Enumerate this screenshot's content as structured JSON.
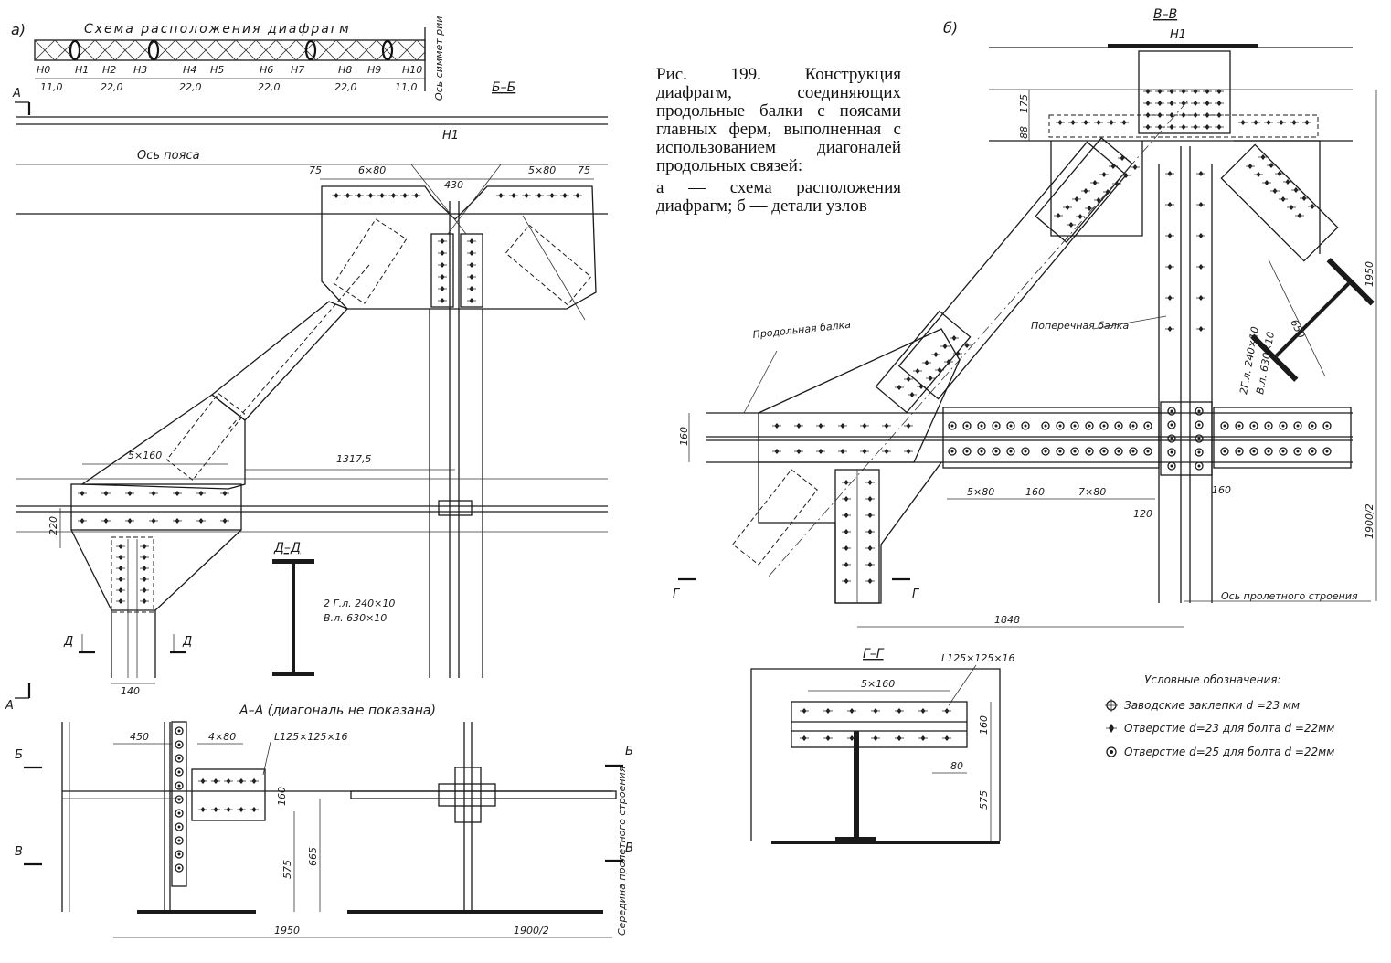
{
  "panel_a": {
    "label": "а)",
    "scheme_title": "Схема расположения диафрагм",
    "nodes": [
      "Н0",
      "Н1",
      "Н2",
      "Н3",
      "Н4",
      "Н5",
      "Н6",
      "Н7",
      "Н8",
      "Н9",
      "Н10"
    ],
    "spans": [
      "11,0",
      "22,0",
      "22,0",
      "22,0",
      "22,0",
      "11,0"
    ],
    "sym_axis": "Ось симмет рии",
    "section_bb": "Б–Б",
    "chord_axis": "Ось пояса",
    "node_h1": "Н1",
    "dims": {
      "d75a": "75",
      "d6x80": "6×80",
      "d430": "430",
      "d5x80": "5×80",
      "d75b": "75",
      "d5x160": "5×160",
      "d1317": "1317,5",
      "d220": "220",
      "d140": "140"
    },
    "section_dd": "Д–Д",
    "dd_spec1": "2 Г.л. 240×10",
    "dd_spec2": "В.л. 630×10",
    "cut_a": "А",
    "cut_d": "Д",
    "section_aa": "А–А (диагональ не показана)",
    "aa_dims": {
      "d450": "450",
      "d4x80": "4×80",
      "angle": "L125×125×16",
      "d160": "160",
      "d575": "575",
      "d665": "665",
      "d1950": "1950",
      "d1900": "1900/2"
    },
    "cut_b": "Б",
    "cut_v": "В",
    "mid_span": "Середина пролетного строения"
  },
  "caption": {
    "line1": "Рис. 199. Конструкция диафрагм, соединяющих продольные балки с поясами главных ферм, выполненная с использованием диагоналей продольных связей:",
    "line2": "а — схема расположения диафрагм; б — детали узлов"
  },
  "panel_b": {
    "label": "б)",
    "section_vv": "В–В",
    "node_h1": "Н1",
    "dims": {
      "d88": "88",
      "d175": "175",
      "d1950": "1950",
      "d650": "650",
      "d160": "160",
      "d5x80": "5×80",
      "d160b": "160",
      "d7x80": "7×80",
      "d120": "120",
      "d160c": "160",
      "d1848": "1848",
      "d1900": "1900/2"
    },
    "spec1": "2Г.л. 240×10",
    "spec2": "В.л. 630×10",
    "long_beam": "Продольная балка",
    "cross_beam": "Поперечная балка",
    "span_axis": "Ось пролетного строения",
    "cut_g": "Г",
    "section_gg": "Г–Г",
    "gg_angle": "L125×125×16",
    "gg_dims": {
      "d5x160": "5×160",
      "d160": "160",
      "d80": "80",
      "d575": "575"
    }
  },
  "legend": {
    "title": "Условные обозначения:",
    "items": [
      "Заводские заклепки  d =23 мм",
      "Отверстие d=23 для болта d =22мм",
      "Отверстие d=25 для болта  d =22мм"
    ]
  }
}
